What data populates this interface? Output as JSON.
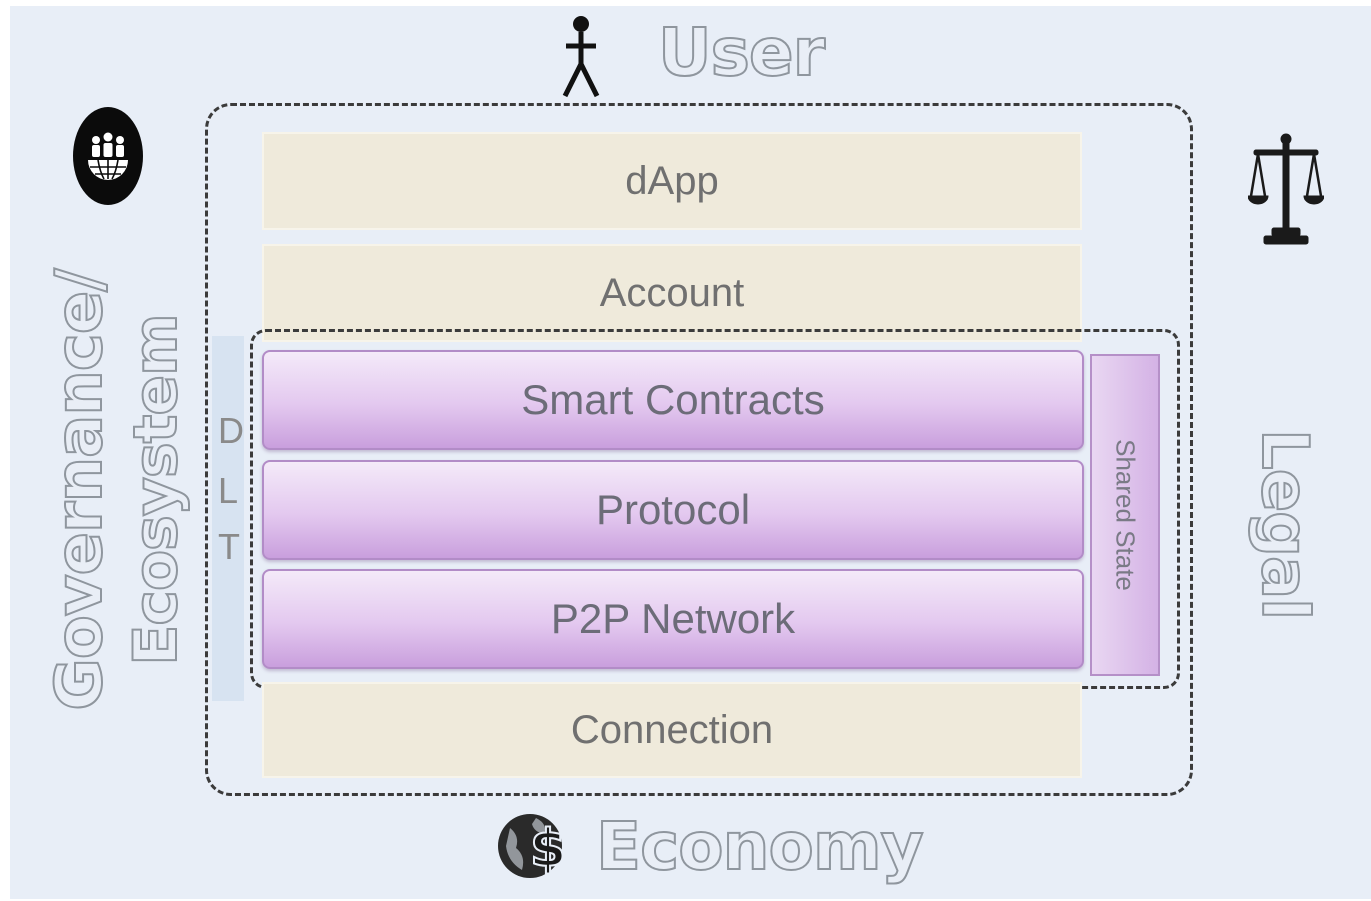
{
  "diagram": {
    "top_label": "User",
    "bottom_label": "Economy",
    "left_labels": [
      "Governance/",
      "Ecosystem"
    ],
    "right_label": "Legal",
    "layers": {
      "dapp": "dApp",
      "account": "Account",
      "smart_contracts": "Smart Contracts",
      "protocol": "Protocol",
      "p2p_network": "P2P Network",
      "connection": "Connection"
    },
    "dlt_letters": [
      "D",
      "L",
      "T"
    ],
    "shared_state": "Shared State"
  },
  "icons": {
    "user": "person-icon",
    "governance": "globe-people-icon",
    "legal": "scales-icon",
    "economy": "globe-dollar-icon"
  },
  "colors": {
    "background": "#e8eef7",
    "beige_layer": "#efeadb",
    "purple_layer": "#e3c8ef",
    "outline_text": "#8f969e"
  }
}
